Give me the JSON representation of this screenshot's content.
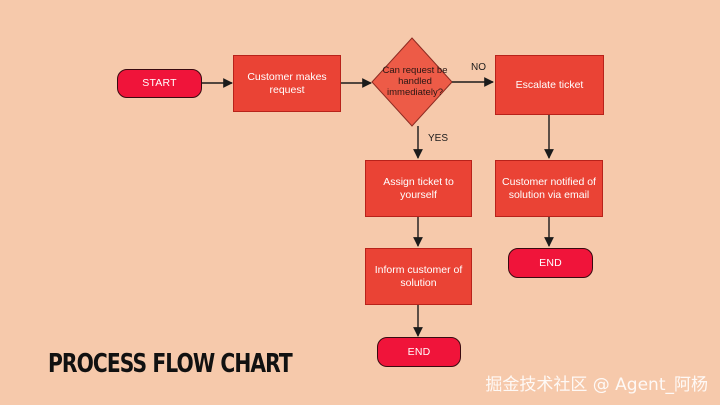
{
  "title": "PROCESS FLOW CHART",
  "watermark": "掘金技术社区 @ Agent_阿杨",
  "colors": {
    "background": "#f6c9ab",
    "process_fill": "#ea4335",
    "terminator_fill": "#f0143a",
    "decision_fill": "#ed5b47",
    "line": "#1b1b1b"
  },
  "nodes": {
    "start": "START",
    "customer_request": "Customer makes request",
    "decision": "Can request be handled immediately?",
    "escalate": "Escalate ticket",
    "assign": "Assign ticket to yourself",
    "inform": "Inform customer of solution",
    "notified": "Customer notified of solution via email",
    "end_left": "END",
    "end_right": "END"
  },
  "edges": {
    "no": "NO",
    "yes": "YES"
  }
}
